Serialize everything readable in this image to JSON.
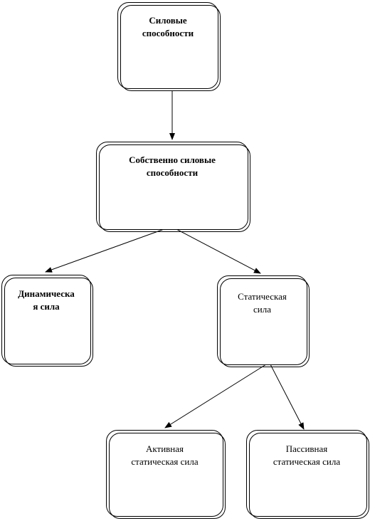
{
  "nodes": {
    "strength_abilities": "Силовые\nспособности",
    "proper_strength_abilities": "Собственно силовые\nспособности",
    "dynamic_strength": "Динамическа\nя сила",
    "static_strength": "Статическая\nсила",
    "active_static_strength": "Активная\nстатическая сила",
    "passive_static_strength": "Пассивная\nстатическая сила"
  }
}
